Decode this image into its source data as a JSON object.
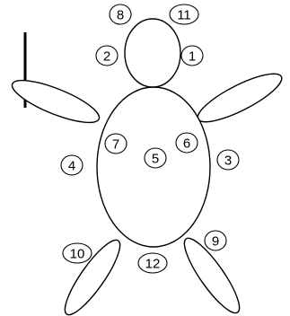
{
  "figure": {
    "line_color": "#000000",
    "fill_color": "#ffffff",
    "parts": [
      "head",
      "body",
      "left-arm",
      "right-arm",
      "left-leg",
      "right-leg",
      "rod"
    ]
  },
  "labels": {
    "head_top_left": "8",
    "head_top_right": "11",
    "head_left": "2",
    "head_right": "1",
    "body_inner_left": "7",
    "body_center": "5",
    "body_inner_right": "6",
    "body_outer_left": "4",
    "body_outer_right": "3",
    "leg_left": "10",
    "leg_right": "9",
    "between_legs": "12"
  }
}
